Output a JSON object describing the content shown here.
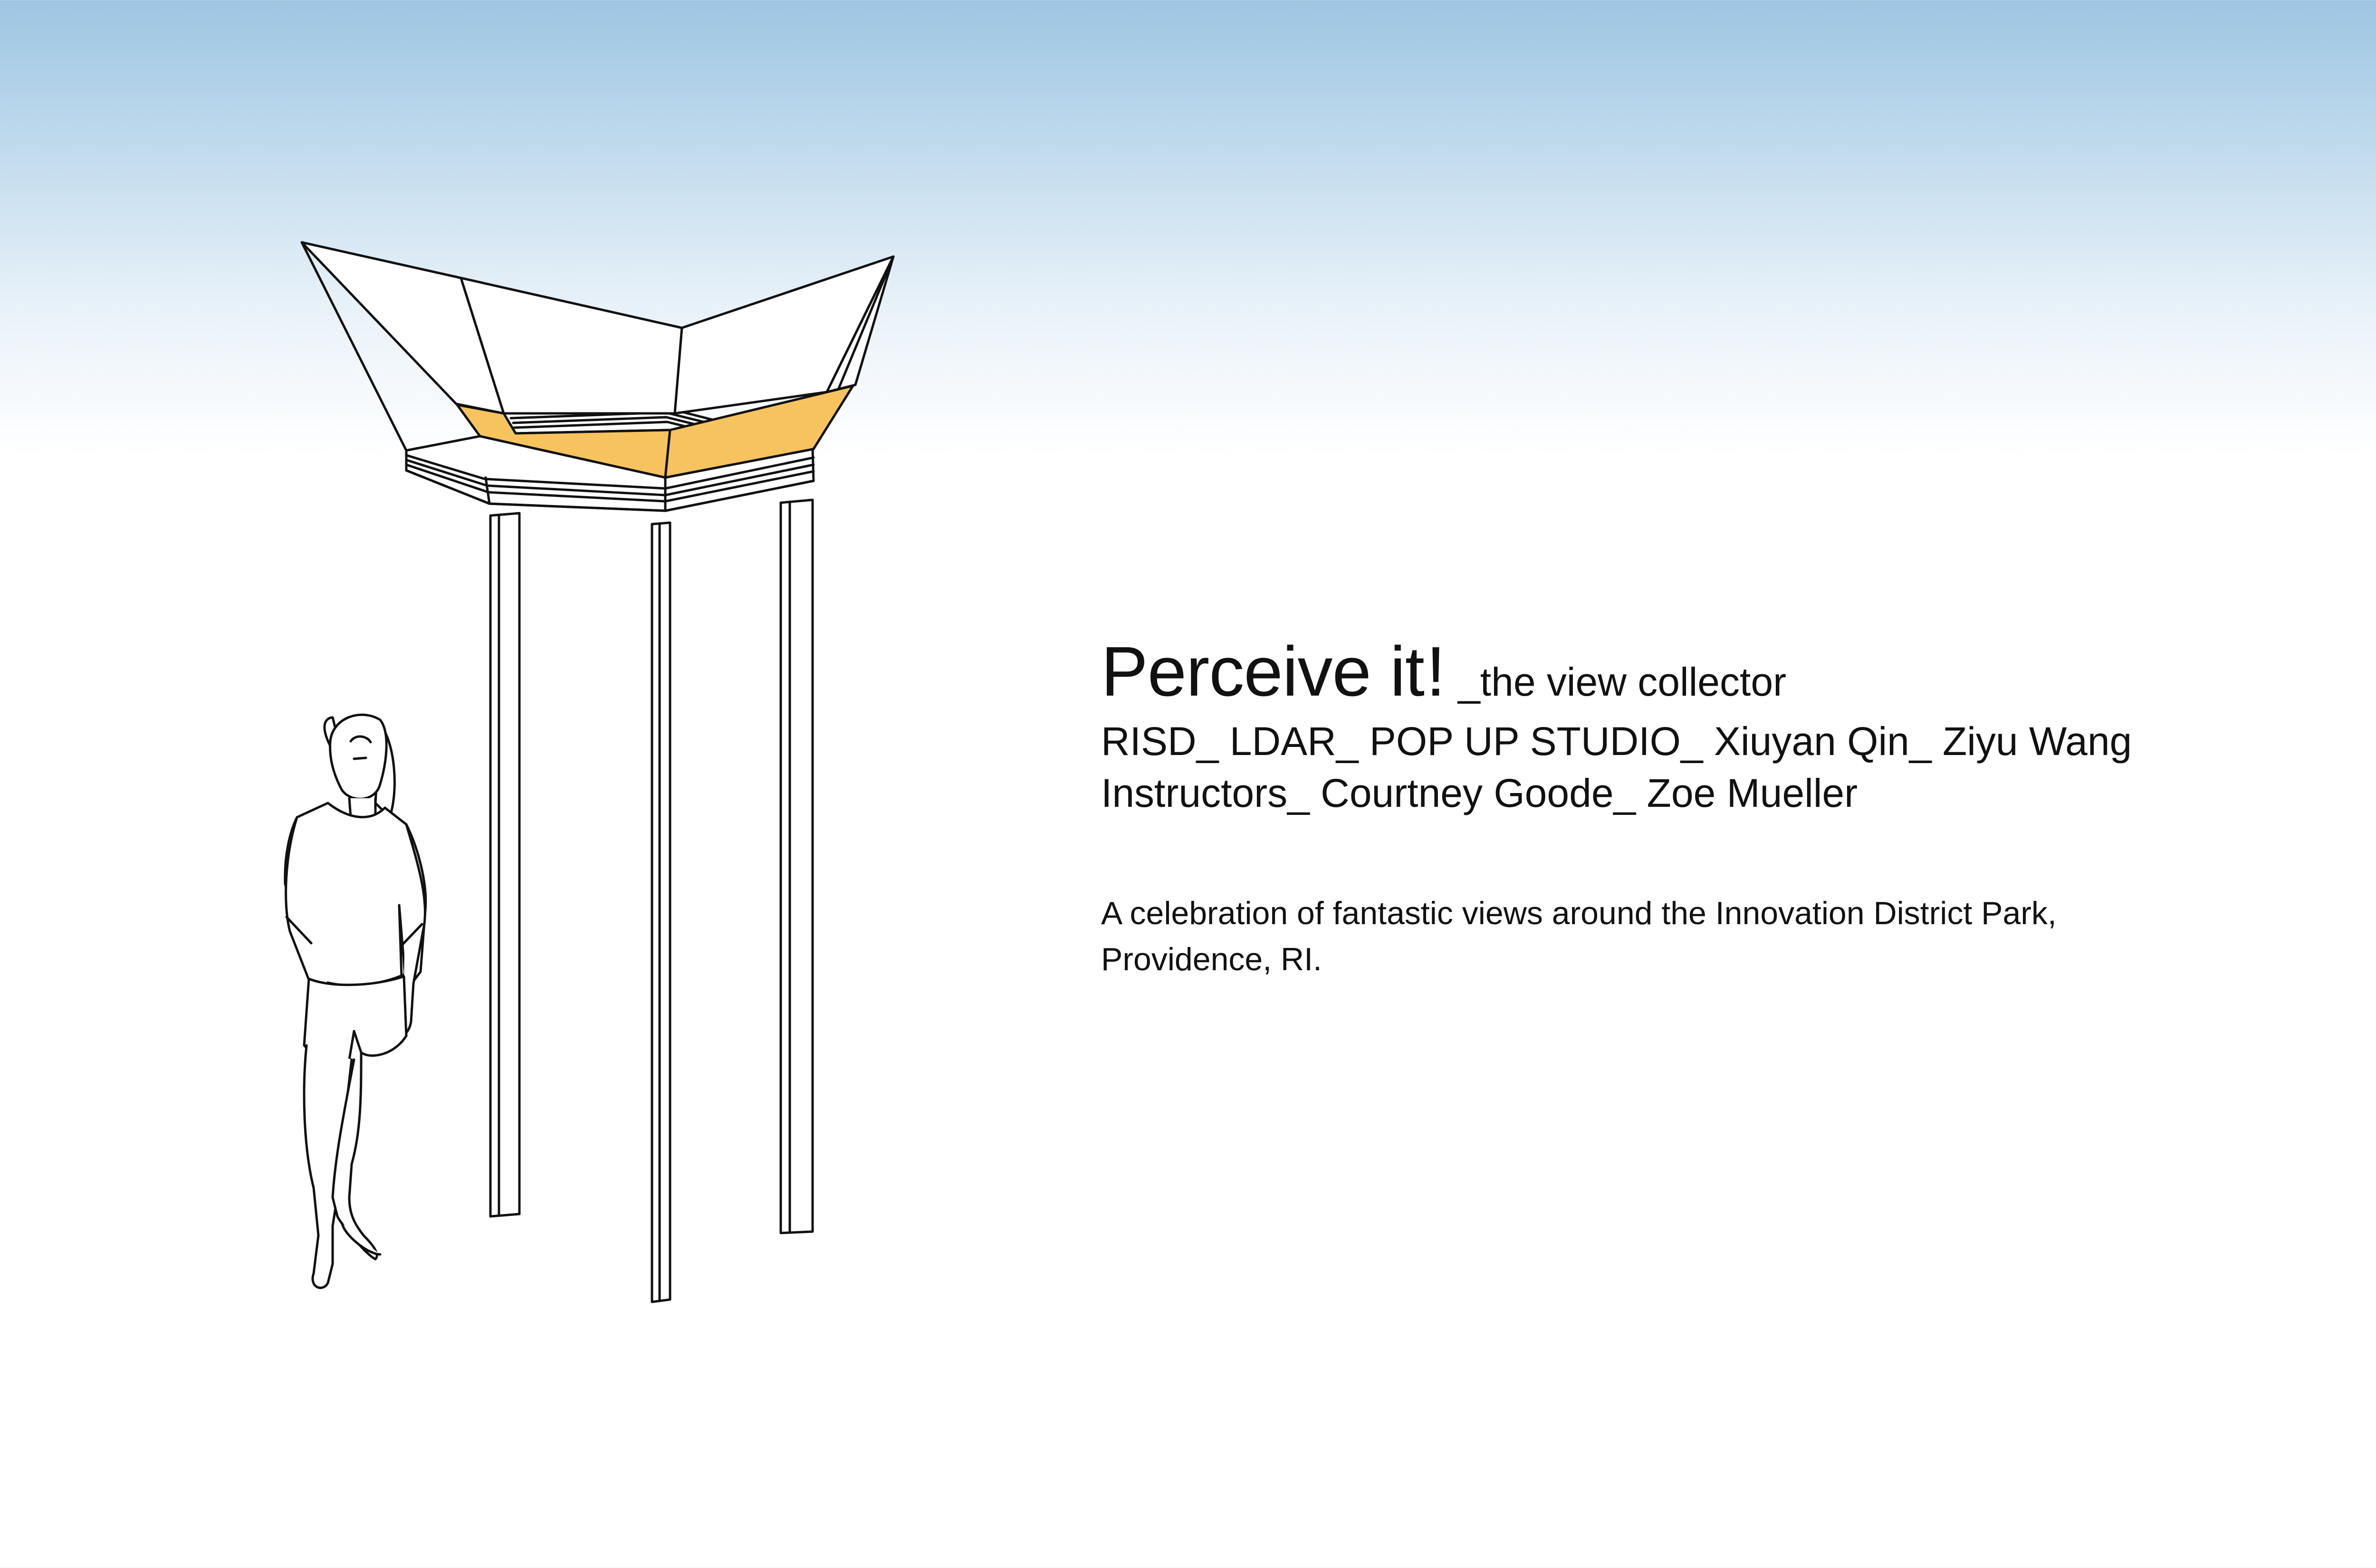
{
  "title": {
    "main": "Perceive it",
    "exclamation": "!",
    "subtitle": "_the view collector"
  },
  "credits": {
    "line1": "RISD_ LDAR_ POP UP STUDIO_ Xiuyan Qin_ Ziyu Wang",
    "line2": "Instructors_ Courtney Goode_ Zoe Mueller"
  },
  "description": "A celebration of fantastic views around the Innovation District Park, Providence, RI.",
  "illustration": {
    "subject": "view-collector-pavilion",
    "figure": "standing-person-looking-up",
    "accent_color": "#f7c35f",
    "line_color": "#111111"
  },
  "background": {
    "sky_top": "#9dc5e2",
    "base": "#ffffff"
  }
}
